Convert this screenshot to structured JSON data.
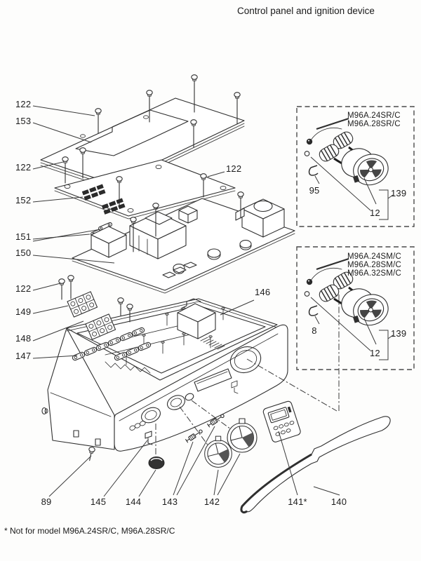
{
  "page": {
    "title": "Control panel and ignition device",
    "footnote": "* Not for model M96A.24SR/C, M96A.28SR/C"
  },
  "callouts": {
    "c122a": "122",
    "c153": "153",
    "c122b": "122",
    "c152": "152",
    "c122c": "122",
    "c151": "151",
    "c150": "150",
    "c122d": "122",
    "c149": "149",
    "c148": "148",
    "c147": "147",
    "c146": "146",
    "c89": "89",
    "c145": "145",
    "c144": "144",
    "c143": "143",
    "c142": "142",
    "c141": "141*",
    "c140": "140"
  },
  "inset_sr": {
    "models": [
      "M96A.24SR/C",
      "M96A.28SR/C"
    ],
    "callouts": {
      "c95": "95",
      "c12": "12",
      "c139": "139"
    }
  },
  "inset_sm": {
    "models": [
      "M96A.24SM/C",
      "M96A.28SM/C",
      "M96A.32SM/C"
    ],
    "callouts": {
      "c8": "8",
      "c12": "12",
      "c139": "139"
    }
  },
  "colors": {
    "line": "#2f2f2f",
    "paper": "#fdfdfc",
    "dark_fill": "#2b2b2b"
  }
}
